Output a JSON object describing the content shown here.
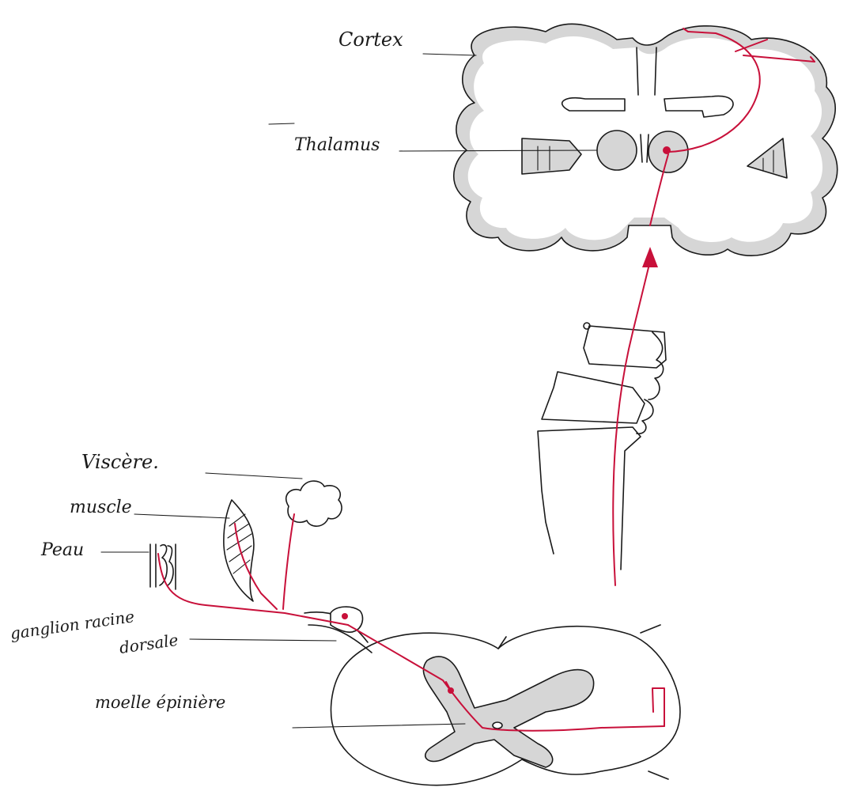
{
  "labels": {
    "cortex": "Cortex",
    "thalamus": "Thalamus",
    "viscere": "Viscère.",
    "muscle": "muscle",
    "peau": "Peau",
    "ganglion_line1": "ganglion racine",
    "ganglion_line2": "dorsale",
    "moelle": "moelle épinière"
  },
  "colors": {
    "pathway": "#c8103a",
    "grey_matter": "#d6d6d6",
    "ink": "#1a1a1a"
  }
}
